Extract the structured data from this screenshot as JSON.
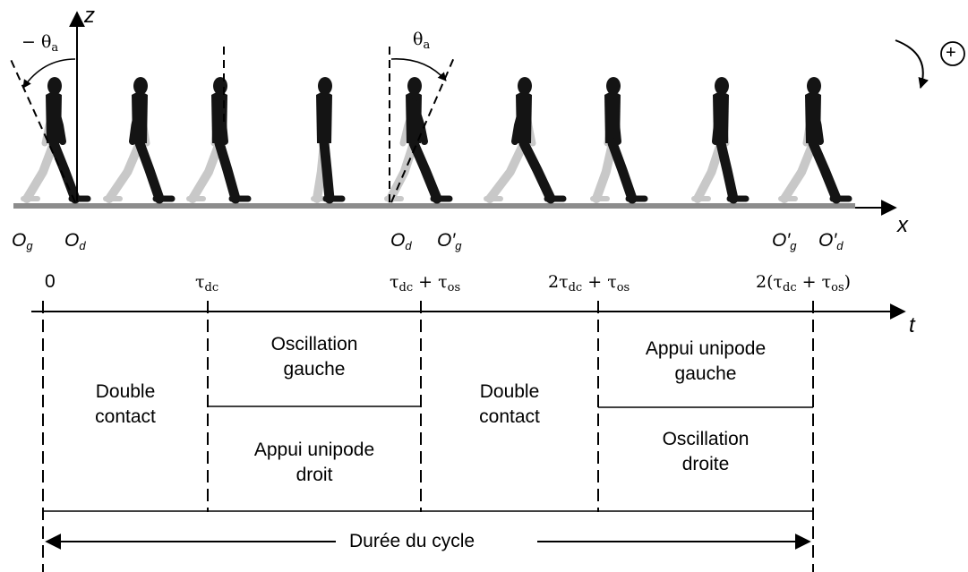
{
  "axes": {
    "z_label": "z",
    "x_label": "x",
    "t_label": "t"
  },
  "angles": {
    "neg_theta": "− θ",
    "neg_theta_sub": "a",
    "pos_theta": "θ",
    "pos_theta_sub": "a"
  },
  "rotation_symbol": "+",
  "origins": [
    {
      "main": "O",
      "sub": "g"
    },
    {
      "main": "O",
      "sub": "d"
    },
    {
      "main": "O",
      "sub": "d"
    },
    {
      "main": "O′",
      "sub": "g"
    },
    {
      "main": "O′",
      "sub": "g"
    },
    {
      "main": "O′",
      "sub": "d"
    }
  ],
  "timeline": {
    "t0": "0",
    "t1": {
      "tau": "τ",
      "sub": "dc"
    },
    "t2": {
      "a": "τ",
      "a_sub": "dc",
      "plus": " + ",
      "b": "τ",
      "b_sub": "os"
    },
    "t3": {
      "pre": "2τ",
      "a_sub": "dc",
      "plus": " + ",
      "b": "τ",
      "b_sub": "os"
    },
    "t4": {
      "pre": "2(τ",
      "a_sub": "dc",
      "plus": " + ",
      "b": "τ",
      "b_sub": "os",
      "post": ")"
    }
  },
  "phases": {
    "double_contact_1": [
      "Double",
      "contact"
    ],
    "oscillation_gauche": [
      "Oscillation",
      "gauche"
    ],
    "appui_unipode_droit": [
      "Appui unipode",
      "droit"
    ],
    "double_contact_2": [
      "Double",
      "contact"
    ],
    "appui_unipode_gauche": [
      "Appui unipode",
      "gauche"
    ],
    "oscillation_droite": [
      "Oscillation",
      "droite"
    ]
  },
  "cycle_label": "Durée du cycle",
  "colors": {
    "ink": "#000000",
    "ground": "#8c8c8c",
    "walker_dark": "#141414",
    "walker_light": "#c8c8c8"
  }
}
